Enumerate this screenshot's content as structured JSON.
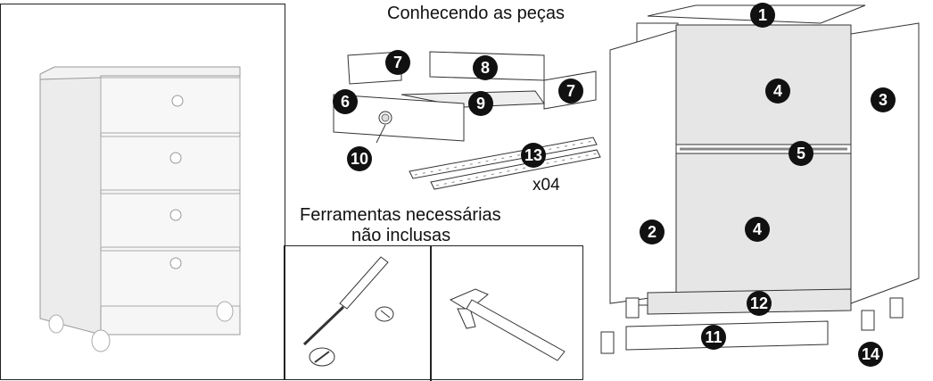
{
  "title": "Conhecendo as peças",
  "tools_heading_line1": "Ferramentas necessárias",
  "tools_heading_line2": "não inclusas",
  "slide_quantity": "x04",
  "parts": {
    "p1": "1",
    "p2": "2",
    "p3": "3",
    "p4a": "4",
    "p4b": "4",
    "p5": "5",
    "p6": "6",
    "p7a": "7",
    "p7b": "7",
    "p8": "8",
    "p9": "9",
    "p10": "10",
    "p11": "11",
    "p12": "12",
    "p13": "13",
    "p14": "14"
  },
  "colors": {
    "panel": "#e6e6e6",
    "outline": "#333333",
    "badge": "#111111"
  }
}
